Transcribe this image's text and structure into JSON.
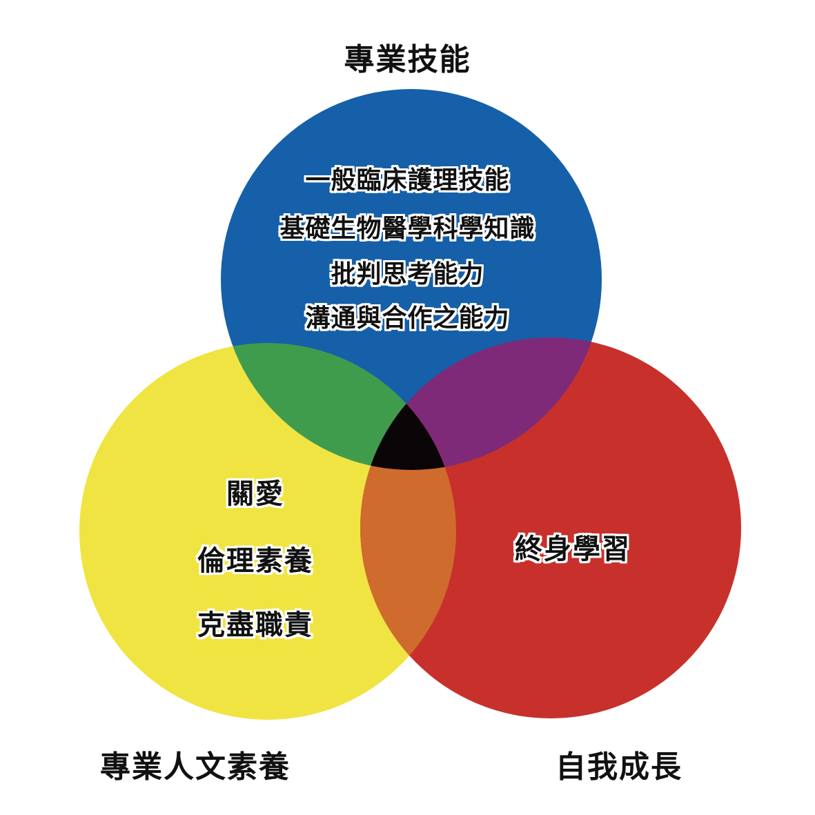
{
  "diagram": {
    "type": "venn",
    "circles": [
      {
        "id": "top",
        "label": "專業技能",
        "color": "#1560a8",
        "items": [
          "一般臨床護理技能",
          "基礎生物醫學科學知識",
          "批判思考能力",
          "溝通與合作之能力"
        ]
      },
      {
        "id": "left",
        "label": "專業人文素養",
        "color": "#f0e442",
        "items": [
          "關愛",
          "倫理素養",
          "克盡職責"
        ]
      },
      {
        "id": "right",
        "label": "自我成長",
        "color": "#c8302c",
        "items": [
          "終身學習"
        ]
      }
    ],
    "overlap_colors": {
      "top_left": "#3f9c4c",
      "top_right": "#7e2a78",
      "left_right": "#d06b2e",
      "all": "#0a0506"
    }
  }
}
